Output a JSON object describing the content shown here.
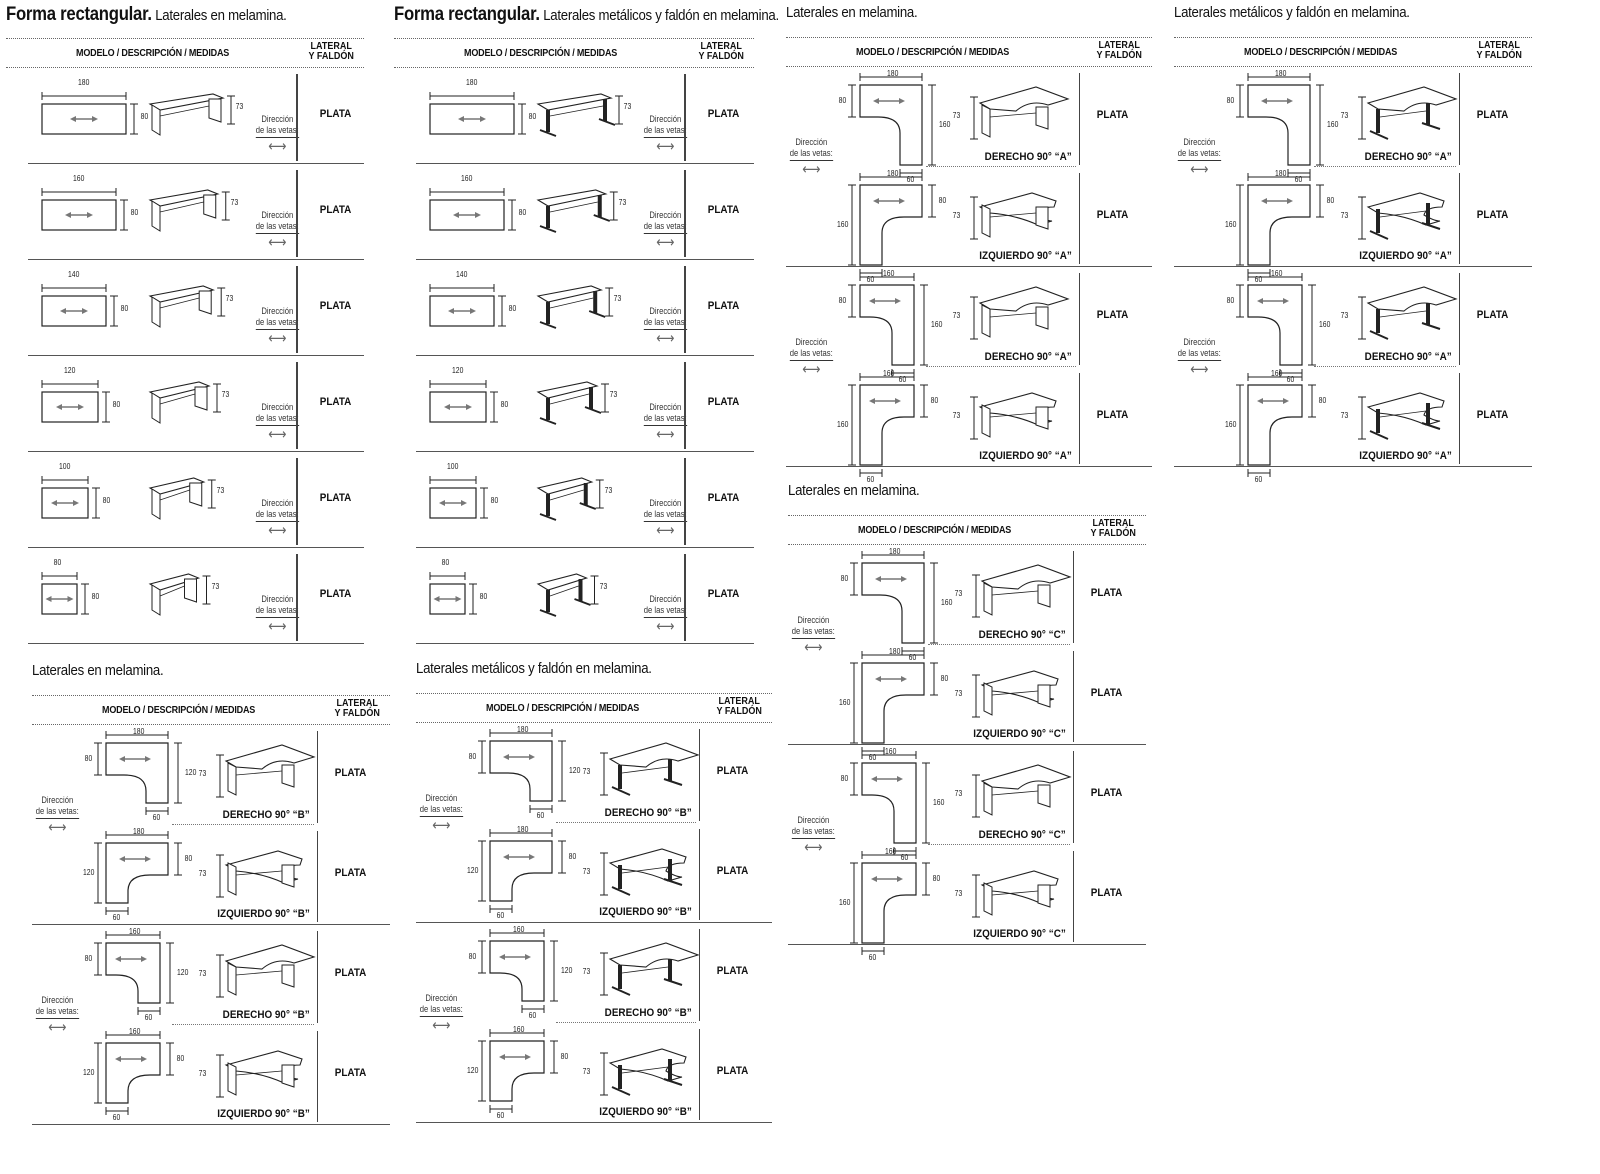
{
  "header": {
    "col_model": "MODELO / DESCRIPCIÓN / MEDIDAS",
    "col_lateral_1": "LATERAL",
    "col_lateral_2": "Y FALDÓN",
    "finish": "PLATA",
    "veta_1": "Dirección",
    "veta_2": "de las vetas:",
    "height": "73"
  },
  "sections": [
    {
      "title_bold": "Forma rectangular.",
      "title_rest": "Laterales en melamina.",
      "legs": "panel",
      "rows": [
        {
          "width": "180",
          "depth": "80",
          "finish": "PLATA"
        },
        {
          "width": "160",
          "depth": "80",
          "finish": "PLATA"
        },
        {
          "width": "140",
          "depth": "80",
          "finish": "PLATA"
        },
        {
          "width": "120",
          "depth": "80",
          "finish": "PLATA"
        },
        {
          "width": "100",
          "depth": "80",
          "finish": "PLATA"
        },
        {
          "width": "80",
          "depth": "80",
          "finish": "PLATA"
        }
      ]
    },
    {
      "title_bold": "Forma rectangular.",
      "title_rest": "Laterales metálicos y faldón en melamina.",
      "legs": "metal",
      "rows": [
        {
          "width": "180",
          "depth": "80",
          "finish": "PLATA"
        },
        {
          "width": "160",
          "depth": "80",
          "finish": "PLATA"
        },
        {
          "width": "140",
          "depth": "80",
          "finish": "PLATA"
        },
        {
          "width": "120",
          "depth": "80",
          "finish": "PLATA"
        },
        {
          "width": "100",
          "depth": "80",
          "finish": "PLATA"
        },
        {
          "width": "80",
          "depth": "80",
          "finish": "PLATA"
        }
      ]
    },
    {
      "title_rest": "Laterales en melamina.",
      "legs": "panel",
      "type": "A",
      "rows": [
        {
          "top": "180",
          "left": "80",
          "right": "160",
          "bottom": "60",
          "label": "DERECHO 90° “A”",
          "finish": "PLATA",
          "side": "right"
        },
        {
          "top": "180",
          "left": "160",
          "right": "80",
          "bottom": "60",
          "label": "IZQUIERDO 90° “A”",
          "finish": "PLATA",
          "side": "left"
        },
        {
          "top": "160",
          "left": "80",
          "right": "160",
          "bottom": "60",
          "label": "DERECHO 90° “A”",
          "finish": "PLATA",
          "side": "right"
        },
        {
          "top": "160",
          "left": "160",
          "right": "80",
          "bottom": "60",
          "label": "IZQUIERDO 90° “A”",
          "finish": "PLATA",
          "side": "left"
        }
      ]
    },
    {
      "title_rest": "Laterales metálicos y faldón en melamina.",
      "legs": "metal",
      "type": "A",
      "rows": [
        {
          "top": "180",
          "left": "80",
          "right": "160",
          "bottom": "60",
          "label": "DERECHO 90° “A”",
          "finish": "PLATA",
          "side": "right"
        },
        {
          "top": "180",
          "left": "160",
          "right": "80",
          "bottom": "60",
          "label": "IZQUIERDO 90° “A”",
          "finish": "PLATA",
          "side": "left"
        },
        {
          "top": "160",
          "left": "80",
          "right": "160",
          "bottom": "60",
          "label": "DERECHO 90° “A”",
          "finish": "PLATA",
          "side": "right"
        },
        {
          "top": "160",
          "left": "160",
          "right": "80",
          "bottom": "60",
          "label": "IZQUIERDO 90° “A”",
          "finish": "PLATA",
          "side": "left"
        }
      ]
    },
    {
      "title_rest": "Laterales en melamina.",
      "legs": "panel",
      "type": "B",
      "rows": [
        {
          "top": "180",
          "left": "80",
          "right": "120",
          "bottom": "60",
          "label": "DERECHO 90° “B”",
          "finish": "PLATA",
          "side": "right"
        },
        {
          "top": "180",
          "left": "120",
          "right": "80",
          "bottom": "60",
          "label": "IZQUIERDO 90° “B”",
          "finish": "PLATA",
          "side": "left"
        },
        {
          "top": "160",
          "left": "80",
          "right": "120",
          "bottom": "60",
          "label": "DERECHO 90° “B”",
          "finish": "PLATA",
          "side": "right"
        },
        {
          "top": "160",
          "left": "120",
          "right": "80",
          "bottom": "60",
          "label": "IZQUIERDO 90° “B”",
          "finish": "PLATA",
          "side": "left"
        }
      ]
    },
    {
      "title_rest": "Laterales metálicos y faldón en melamina.",
      "legs": "metal",
      "type": "B",
      "rows": [
        {
          "top": "180",
          "left": "80",
          "right": "120",
          "bottom": "60",
          "label": "DERECHO 90° “B”",
          "finish": "PLATA",
          "side": "right"
        },
        {
          "top": "180",
          "left": "120",
          "right": "80",
          "bottom": "60",
          "label": "IZQUIERDO 90° “B”",
          "finish": "PLATA",
          "side": "left"
        },
        {
          "top": "160",
          "left": "80",
          "right": "120",
          "bottom": "60",
          "label": "DERECHO 90° “B”",
          "finish": "PLATA",
          "side": "right"
        },
        {
          "top": "160",
          "left": "120",
          "right": "80",
          "bottom": "60",
          "label": "IZQUIERDO 90° “B”",
          "finish": "PLATA",
          "side": "left"
        }
      ]
    },
    {
      "title_rest": "Laterales en melamina.",
      "legs": "panel",
      "type": "C",
      "rows": [
        {
          "top": "180",
          "left": "80",
          "right": "160",
          "bottom": "60",
          "label": "DERECHO 90° “C”",
          "finish": "PLATA",
          "side": "right"
        },
        {
          "top": "180",
          "left": "160",
          "right": "80",
          "bottom": "60",
          "label": "IZQUIERDO 90° “C”",
          "finish": "PLATA",
          "side": "left"
        },
        {
          "top": "160",
          "left": "80",
          "right": "160",
          "bottom": "60",
          "label": "DERECHO 90° “C”",
          "finish": "PLATA",
          "side": "right"
        },
        {
          "top": "160",
          "left": "160",
          "right": "80",
          "bottom": "60",
          "label": "IZQUIERDO 90° “C”",
          "finish": "PLATA",
          "side": "left"
        }
      ]
    }
  ]
}
